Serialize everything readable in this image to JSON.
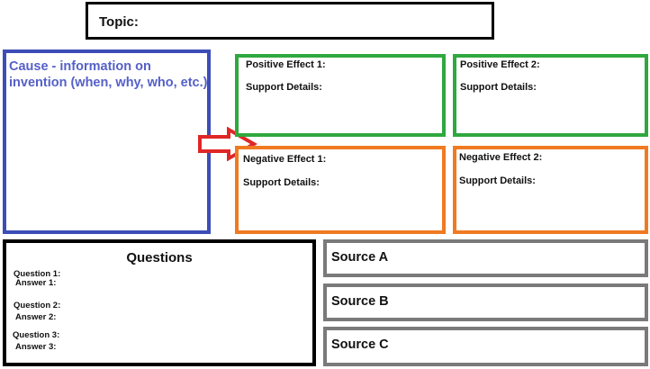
{
  "topic": {
    "label": "Topic:"
  },
  "cause": {
    "text": "Cause - information on invention (when, why, who, etc.)"
  },
  "effects": {
    "positive_1": {
      "title": "Positive Effect 1:",
      "support": "Support Details:"
    },
    "positive_2": {
      "title": "Positive Effect 2:",
      "support": "Support Details:"
    },
    "negative_1": {
      "title": "Negative Effect 1:",
      "support": "Support Details:"
    },
    "negative_2": {
      "title": "Negative Effect 2:",
      "support": "Support Details:"
    }
  },
  "questions": {
    "title": "Questions",
    "items": [
      {
        "q": "Question 1:",
        "a": "Answer 1:"
      },
      {
        "q": "Question 2:",
        "a": "Answer 2:"
      },
      {
        "q": "Question 3:",
        "a": "Answer 3:"
      }
    ]
  },
  "sources": [
    "Source A",
    "Source B",
    "Source C"
  ],
  "colors": {
    "cause_border": "#3d4db7",
    "cause_text": "#5560c8",
    "positive_border": "#2fa83f",
    "negative_border": "#f07a22",
    "arrow": "#e02626",
    "source_border": "#7a7a7a"
  },
  "icons": {
    "arrow": "right-arrow-icon"
  }
}
